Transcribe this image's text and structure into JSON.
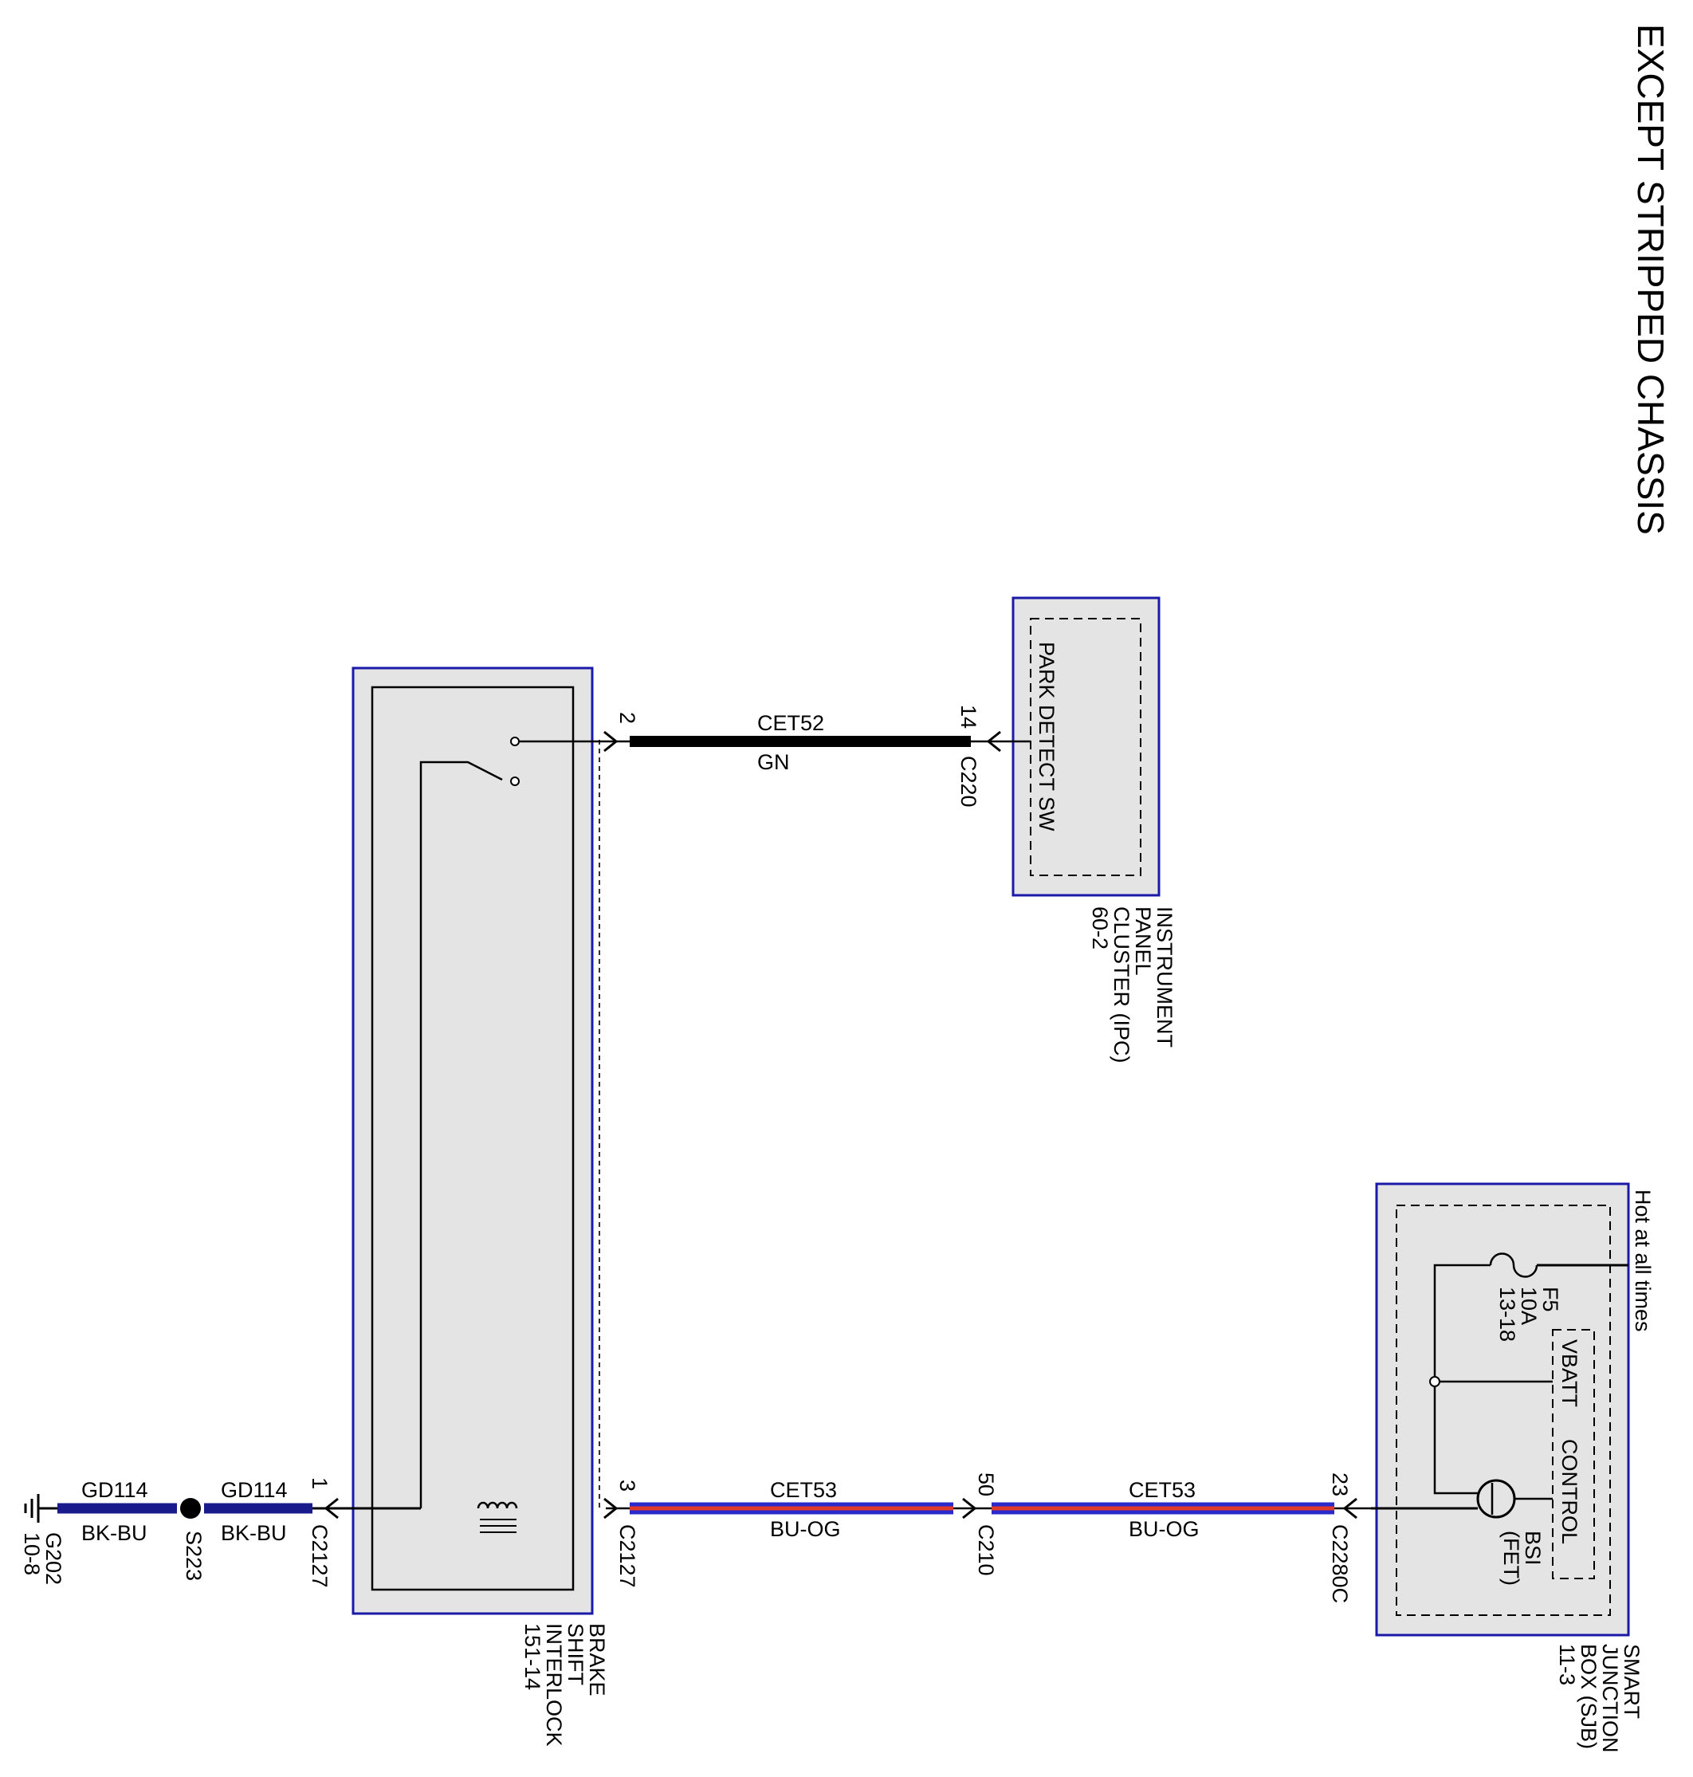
{
  "title": "EXCEPT STRIPPED CHASSIS",
  "colors": {
    "module_border": "#1a1aa8",
    "module_fill": "#e4e4e4",
    "wire_black": "#000000",
    "wire_navy": "#1a1a8c",
    "wire_blue": "#2a2acc",
    "wire_orange": "#e03a2a"
  },
  "modules": {
    "bsi": {
      "name_lines": [
        "BRAKE",
        "SHIFT",
        "INTERLOCK",
        "151-14"
      ]
    },
    "ipc": {
      "name_lines": [
        "INSTRUMENT",
        "PANEL",
        "CLUSTER (IPC)",
        "60-2"
      ],
      "internal_label": "PARK DETECT SW"
    },
    "sjb": {
      "name_lines": [
        "SMART",
        "JUNCTION",
        "BOX (SJB)",
        "11-3"
      ],
      "hot_label": "Hot at all times",
      "fuse_lines": [
        "F5",
        "10A",
        "13-18"
      ],
      "vbatt_label": "VBATT",
      "control_label": "CONTROL",
      "bsi_fet_lines": [
        "BSI",
        "(FET)"
      ]
    }
  },
  "wires": {
    "cet52": {
      "circuit": "CET52",
      "color_code": "GN"
    },
    "cet53_a": {
      "circuit": "CET53",
      "color_code": "BU-OG"
    },
    "cet53_b": {
      "circuit": "CET53",
      "color_code": "BU-OG"
    },
    "gd114_a": {
      "circuit": "GD114",
      "color_code": "BK-BU"
    },
    "gd114_b": {
      "circuit": "GD114",
      "color_code": "BK-BU"
    }
  },
  "connectors": {
    "c220": {
      "name": "C220",
      "pin": "14"
    },
    "c2127_top": {
      "pin": "2"
    },
    "c2127_right": {
      "name": "C2127",
      "pin": "3"
    },
    "c2127_left": {
      "name": "C2127",
      "pin": "1"
    },
    "c210": {
      "name": "C210",
      "pin": "50"
    },
    "c2280c": {
      "name": "C2280C",
      "pin": "23"
    }
  },
  "splice": {
    "name": "S223"
  },
  "ground": {
    "name_lines": [
      "G202",
      "10-8"
    ]
  }
}
